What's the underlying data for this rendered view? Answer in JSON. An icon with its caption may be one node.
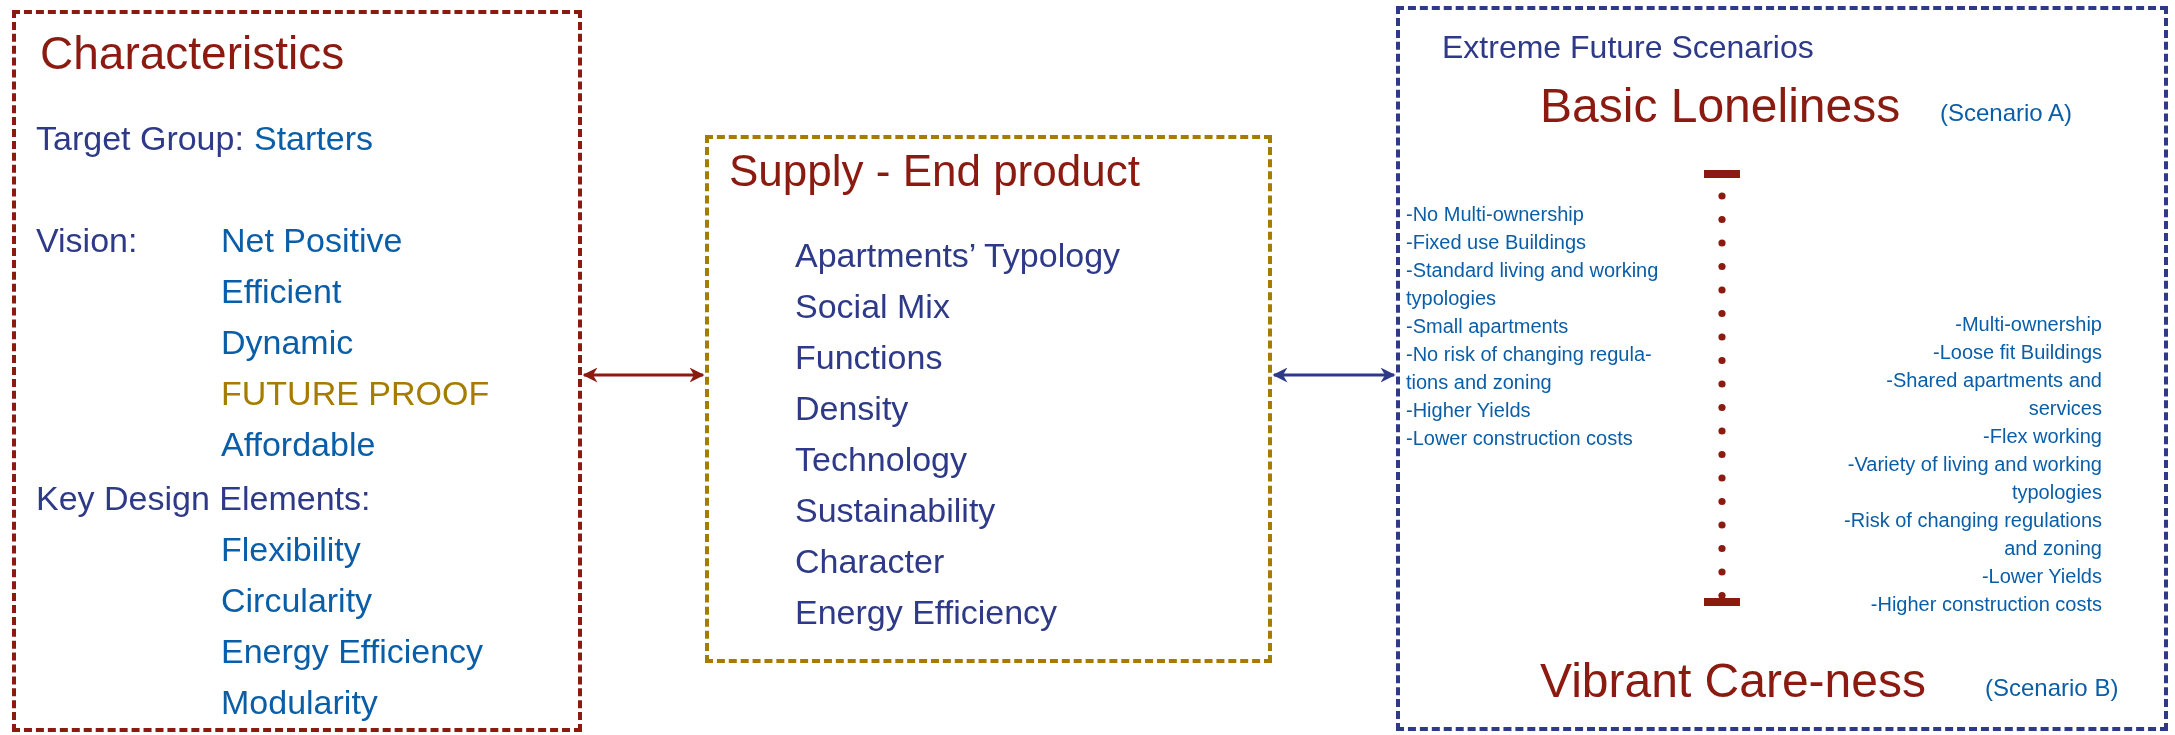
{
  "diagram": {
    "nodes": [
      {
        "text": [
          "Characteristics",
          "Target Group:",
          "Starters",
          "Vision:",
          "Net Positive",
          "Efficient",
          "Dynamic",
          "FUTURE PROOF",
          "Affordable",
          "Key Design Elements:",
          "Flexibility",
          "Circularity",
          "Energy Efficiency",
          "Modularity"
        ]
      },
      {
        "text": [
          "Supply - End product",
          "Apartments’ Typology",
          "Social Mix",
          "Functions",
          "Density",
          "Technology",
          "Sustainability",
          "Character",
          "Energy Efficiency"
        ]
      },
      {
        "text": [
          "Extreme Future Scenarios",
          "Basic Loneliness",
          "(Scenario A)",
          "-No Multi-ownership",
          "-Fixed use Buildings",
          "-Standard living and working typologies",
          "-Small apartments",
          "-No risk of changing regula- tions and zoning",
          "-Higher Yields",
          "-Lower construction costs",
          "-Multi-ownership",
          "-Loose fit Buildings",
          "-Shared apartments and services",
          "-Flex working",
          "-Variety of living and working typologies",
          "-Risk of changing regulations and zoning",
          "-Lower Yields",
          "-Higher construction costs",
          "Vibrant Care-ness",
          "(Scenario B)"
        ]
      }
    ],
    "edges": [
      {
        "from": 0,
        "to": 1,
        "arrow": "both",
        "color": "#8b1a10"
      },
      {
        "from": 1,
        "to": 2,
        "arrow": "both",
        "color": "#2e3a87"
      }
    ]
  }
}
